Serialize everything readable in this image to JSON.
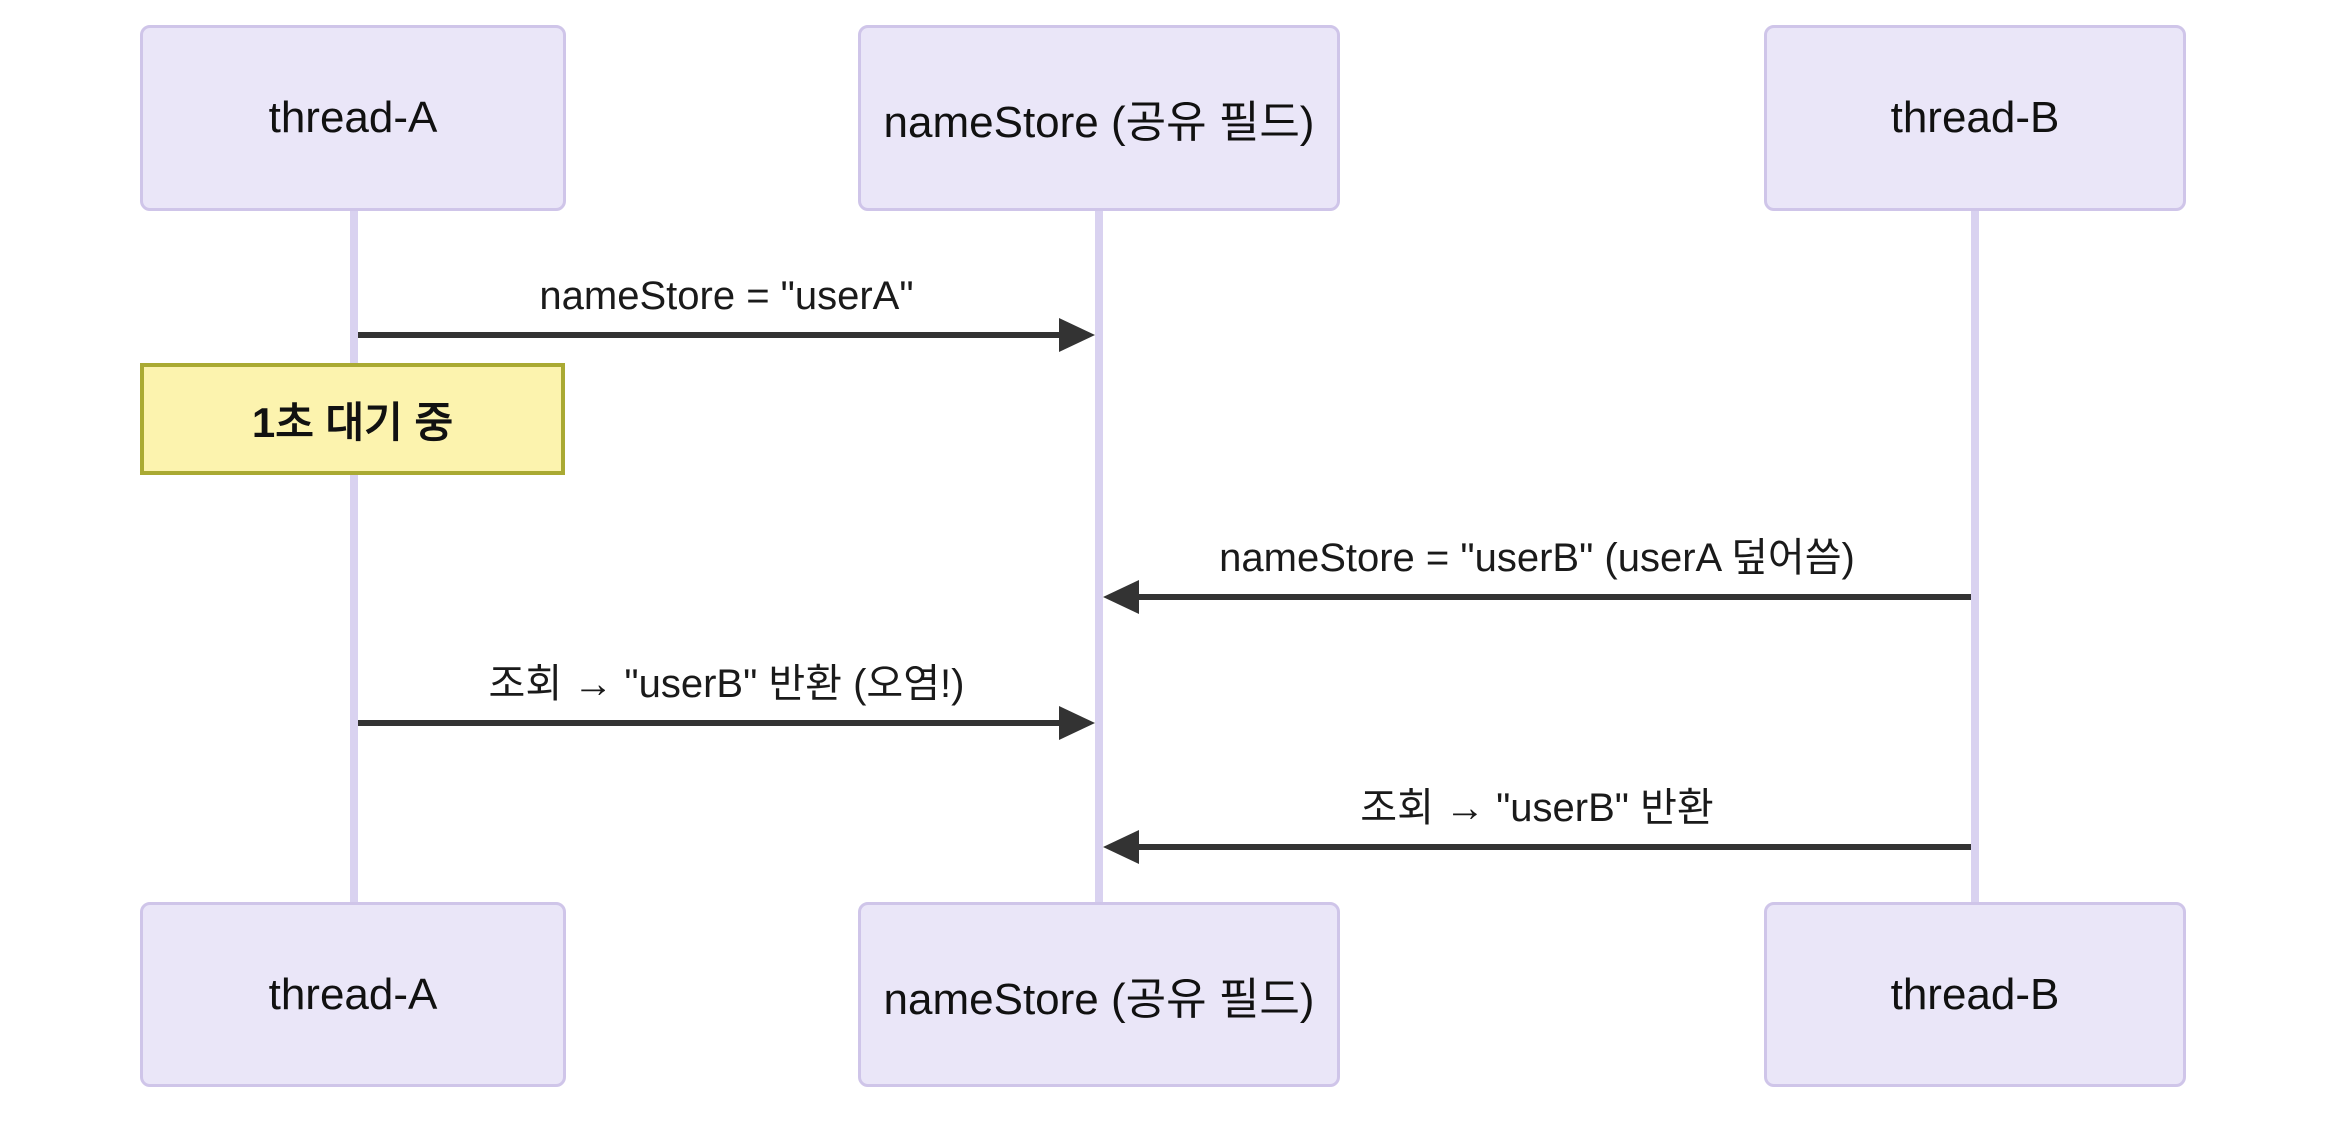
{
  "diagram": {
    "type": "sequence",
    "background": "#ffffff",
    "actors": [
      {
        "id": "thread-A",
        "label": "thread-A"
      },
      {
        "id": "nameStore",
        "label": "nameStore (공유 필드)"
      },
      {
        "id": "thread-B",
        "label": "thread-B"
      }
    ],
    "messages": [
      {
        "from": "thread-A",
        "to": "nameStore",
        "direction": "right",
        "label": "nameStore = \"userA\""
      },
      {
        "from": "thread-B",
        "to": "nameStore",
        "direction": "left",
        "label": "nameStore = \"userB\" (userA 덮어씀)"
      },
      {
        "from": "thread-A",
        "to": "nameStore",
        "direction": "right",
        "label": "조회 → \"userB\" 반환 (오염!)"
      },
      {
        "from": "thread-B",
        "to": "nameStore",
        "direction": "left",
        "label": "조회 → \"userB\" 반환"
      }
    ],
    "note": {
      "over": "thread-A",
      "label": "1초 대기 중"
    },
    "colors": {
      "actor_fill": "#EAE6F8",
      "actor_border": "#CFC5E9",
      "lifeline": "#D9D2F0",
      "note_fill": "#FCF3AE",
      "note_border": "#AAAA33",
      "arrow": "#333333",
      "text": "#111111"
    }
  }
}
